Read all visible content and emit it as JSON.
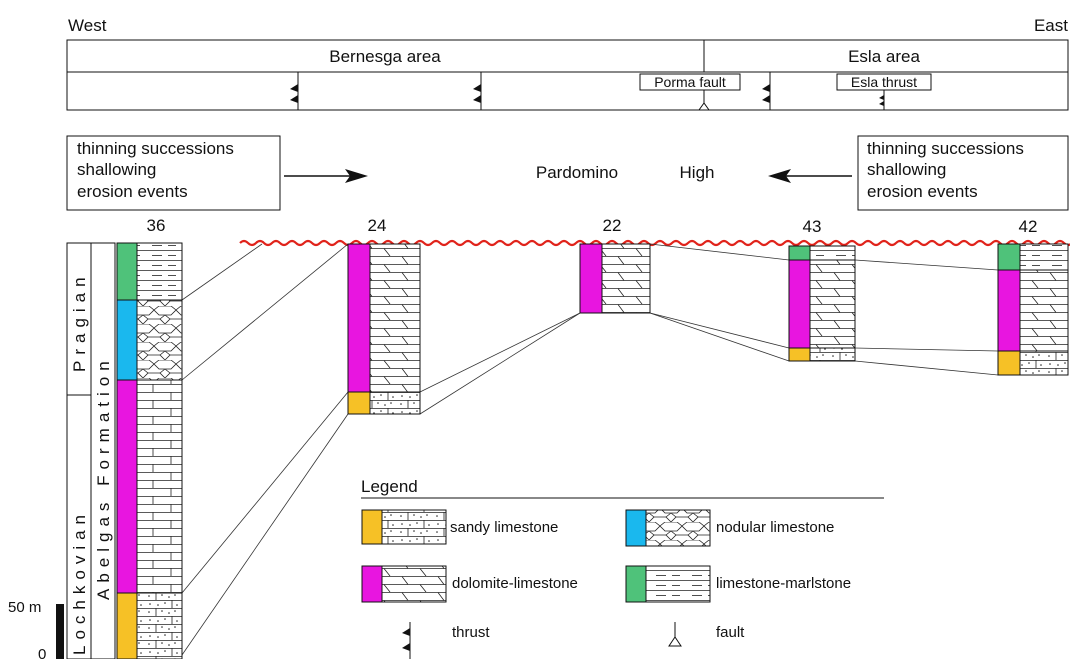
{
  "header": {
    "west": "West",
    "east": "East",
    "areas": [
      "Bernesga area",
      "Esla area"
    ],
    "fault_label": "Porma fault",
    "thrust_label": "Esla thrust"
  },
  "trend": {
    "left_lines": [
      "thinning successions",
      "shallowing",
      "erosion events"
    ],
    "right_lines": [
      "thinning successions",
      "shallowing",
      "erosion events"
    ],
    "center_words": [
      "Pardomino",
      "High"
    ]
  },
  "sections": [
    "36",
    "24",
    "22",
    "43",
    "42"
  ],
  "stratigraphy": {
    "stages": [
      "Pragian",
      "Lochkovian"
    ],
    "formation": "Abelgas Formation"
  },
  "scale": {
    "label_50": "50 m",
    "label_0": "0"
  },
  "legend": {
    "title": "Legend",
    "items": [
      {
        "label": "sandy limestone",
        "color": "#f6c126",
        "pattern": "sandy"
      },
      {
        "label": "nodular limestone",
        "color": "#1ab8ee",
        "pattern": "nodular"
      },
      {
        "label": "dolomite-limestone",
        "color": "#e815e0",
        "pattern": "dolomite"
      },
      {
        "label": "limestone-marlstone",
        "color": "#4fc27a",
        "pattern": "marl"
      },
      {
        "label": "thrust",
        "color": "",
        "pattern": "thrust-icon"
      },
      {
        "label": "fault",
        "color": "",
        "pattern": "fault-icon"
      }
    ]
  },
  "colors": {
    "sandy": "#f6c126",
    "nodular": "#1ab8ee",
    "dolomite": "#e815e0",
    "marl": "#4fc27a",
    "erosion": "#e0231b"
  }
}
